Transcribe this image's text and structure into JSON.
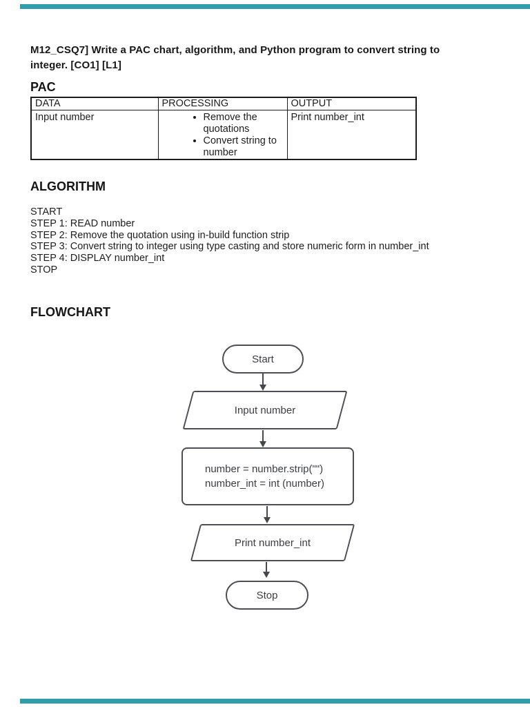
{
  "page": {
    "edge_bar_color": "#2f9daa",
    "title_line1": "M12_CSQ7] Write a PAC chart, algorithm, and Python program to convert string to",
    "title_line2": "integer. [CO1] [L1]"
  },
  "pac": {
    "heading": "PAC",
    "table": {
      "headers": [
        "DATA",
        "PROCESSING",
        "OUTPUT"
      ],
      "row": {
        "data": "Input number",
        "processing_bullets": [
          "Remove the quotations",
          "Convert string to number"
        ],
        "output": "Print number_int"
      }
    }
  },
  "algorithm": {
    "heading": "ALGORITHM",
    "lines": [
      "START",
      "STEP 1: READ number",
      "STEP 2: Remove the quotation using in-build function strip",
      "STEP 3: Convert string to integer using type casting and store numeric form in number_int",
      "STEP 4: DISPLAY number_int",
      "STOP"
    ]
  },
  "flowchart": {
    "heading": "FLOWCHART",
    "nodes": {
      "start": "Start",
      "input": "Input number",
      "process_line1": "number = number.strip(\"\")",
      "process_line2": "number_int = int (number)",
      "output": "Print number_int",
      "stop": "Stop"
    }
  }
}
